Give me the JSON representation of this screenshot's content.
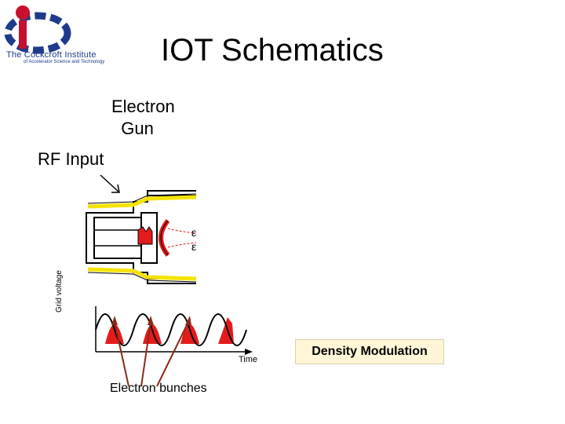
{
  "logo": {
    "line1": "The Cockcroft Institute",
    "line2": "of Accelerator Science and Technology"
  },
  "slide": {
    "title": "IOT Schematics"
  },
  "diagram": {
    "electron_gun_label": "Electron\n  Gun",
    "rf_input_label": "RF Input",
    "grid_voltage_label": "Grid voltage",
    "time_label": "Time",
    "electron_bunches_label": "Electron bunches",
    "density_modulation_label": "Density Modulation"
  },
  "colors": {
    "bunch_red": "#e41b1b",
    "lead_yellow": "#f4e300",
    "logo_blue": "#1f3a8a",
    "logo_red": "#c8102e",
    "arrow_brown": "#8b2a1a",
    "callout_bg": "#fff6d8"
  }
}
